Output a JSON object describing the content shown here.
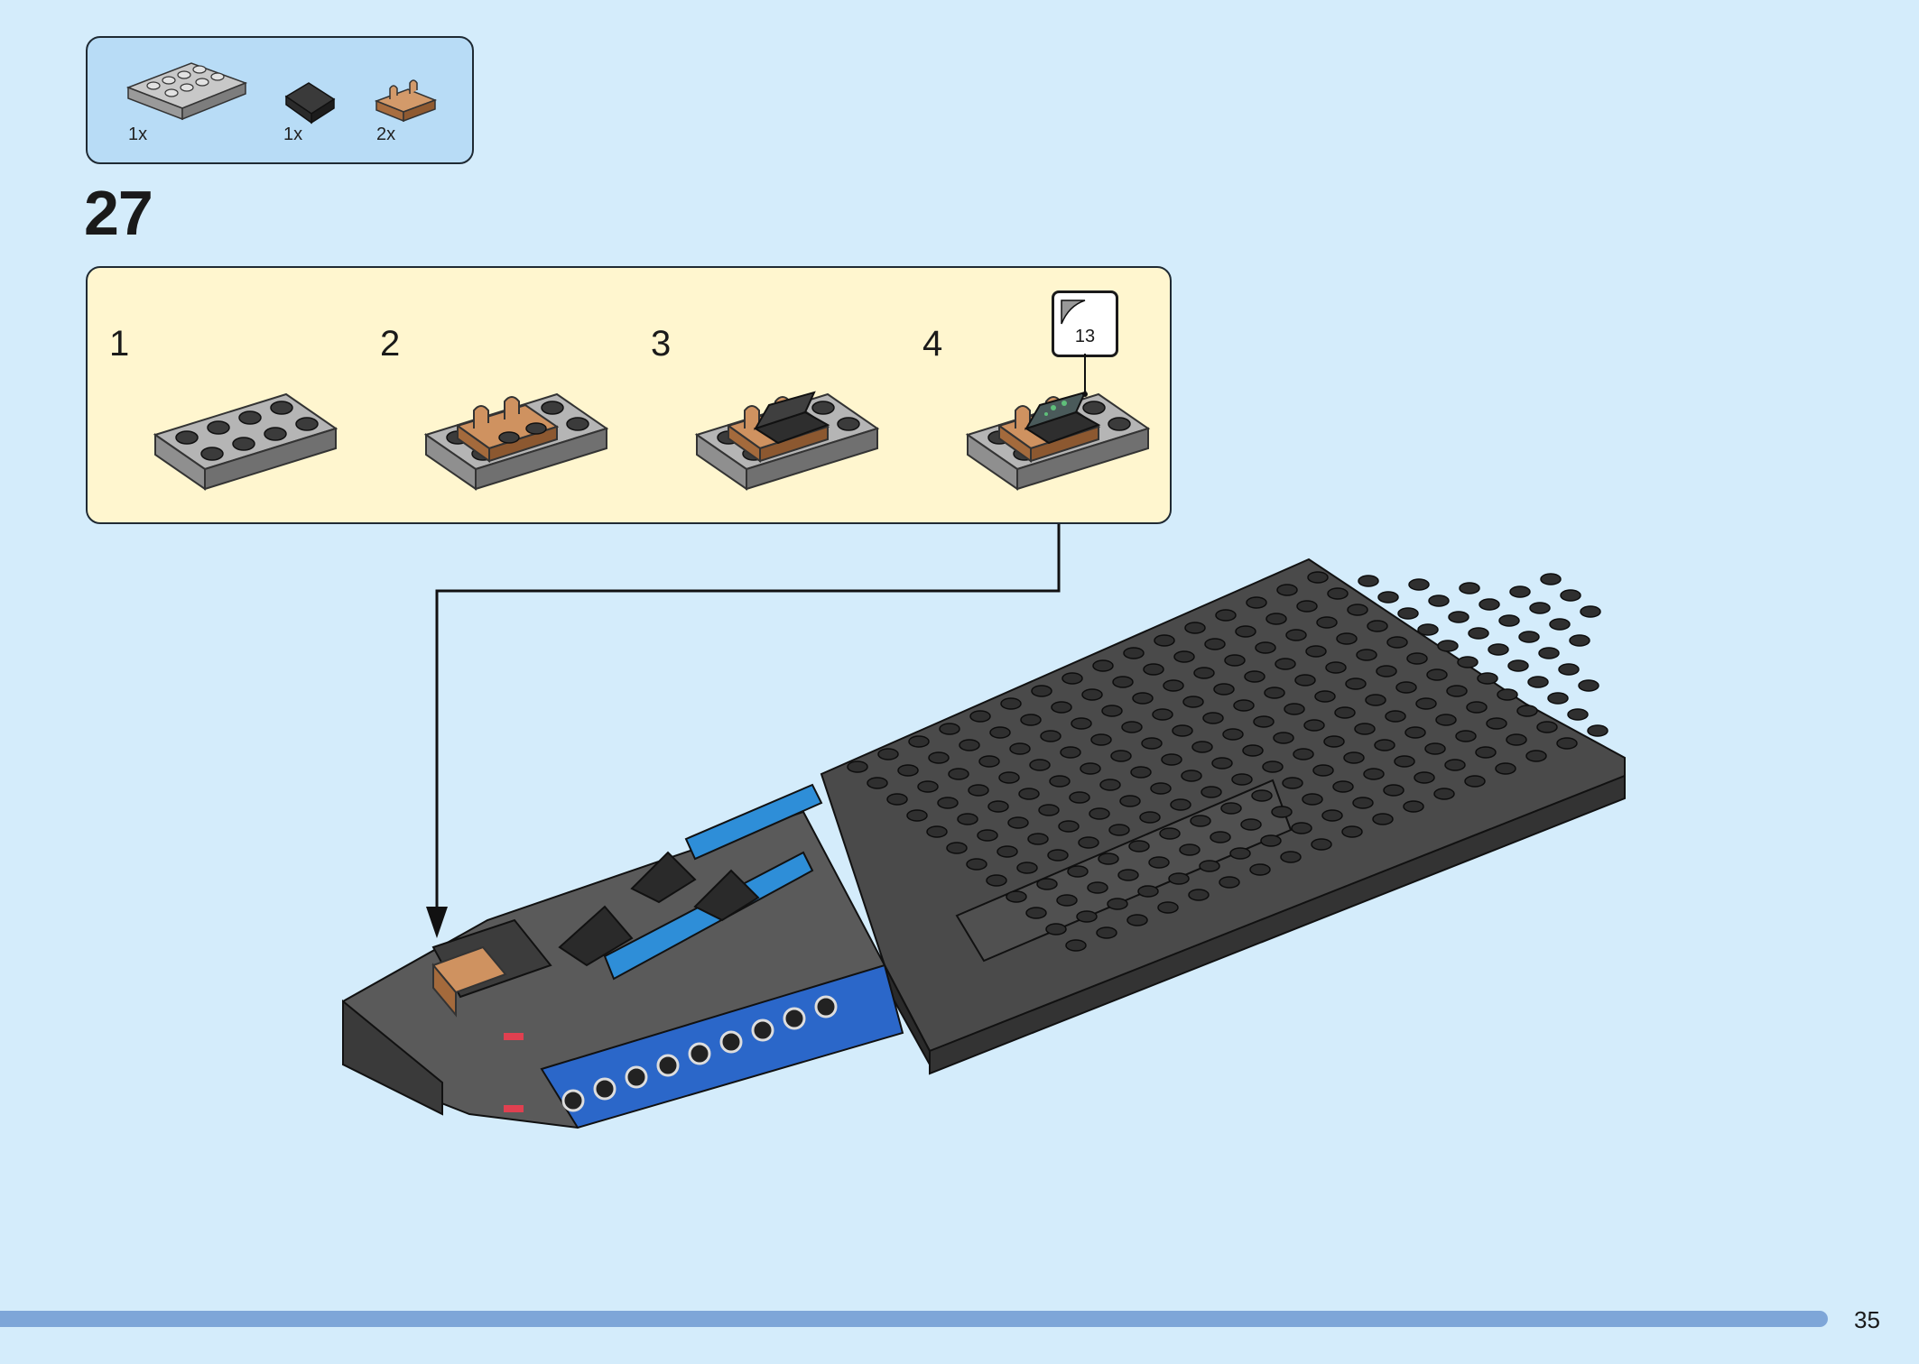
{
  "parts_list": {
    "items": [
      {
        "icon": "gray-plate-2x4-icon",
        "quantity": "1x"
      },
      {
        "icon": "black-slope-tile-icon",
        "quantity": "1x"
      },
      {
        "icon": "tan-clip-plate-icon",
        "quantity": "2x"
      }
    ]
  },
  "step": {
    "number": "27"
  },
  "sub_steps": [
    {
      "label": "1"
    },
    {
      "label": "2"
    },
    {
      "label": "3"
    },
    {
      "label": "4"
    }
  ],
  "sticker": {
    "number": "13"
  },
  "footer": {
    "page_number": "35",
    "progress_color": "#7ea6d8"
  },
  "colors": {
    "background": "#d4ecfb",
    "parts_box": "#b8dcf6",
    "substep_box": "#fff6cf",
    "brick_gray": "#a9a9a9",
    "brick_dark": "#3a3a3a",
    "brick_tan": "#c98b5a",
    "brick_blue": "#2b6fd0"
  }
}
